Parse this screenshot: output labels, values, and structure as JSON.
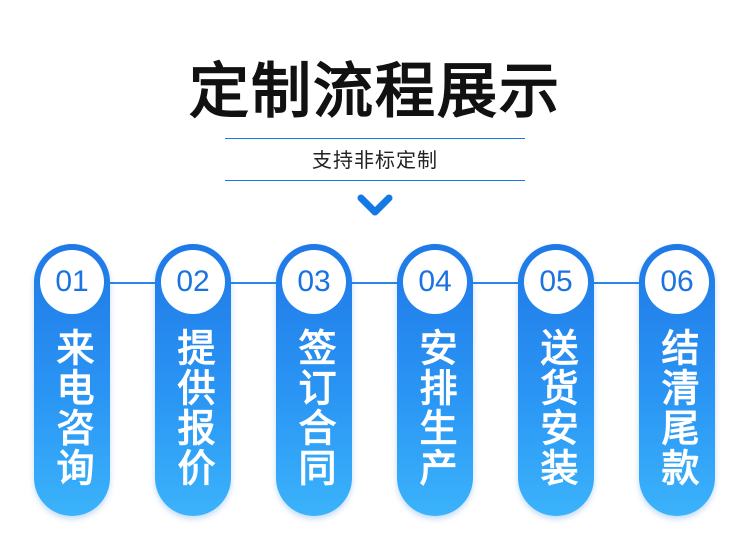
{
  "header": {
    "title": "定制流程展示",
    "subtitle": "支持非标定制",
    "chevron_icon": "chevron-down-icon",
    "accent_color": "#1479e2"
  },
  "steps": [
    {
      "number": "01",
      "label": "来电咨询"
    },
    {
      "number": "02",
      "label": "提供报价"
    },
    {
      "number": "03",
      "label": "签订合同"
    },
    {
      "number": "04",
      "label": "安排生产"
    },
    {
      "number": "05",
      "label": "送货安装"
    },
    {
      "number": "06",
      "label": "结清尾款"
    }
  ]
}
